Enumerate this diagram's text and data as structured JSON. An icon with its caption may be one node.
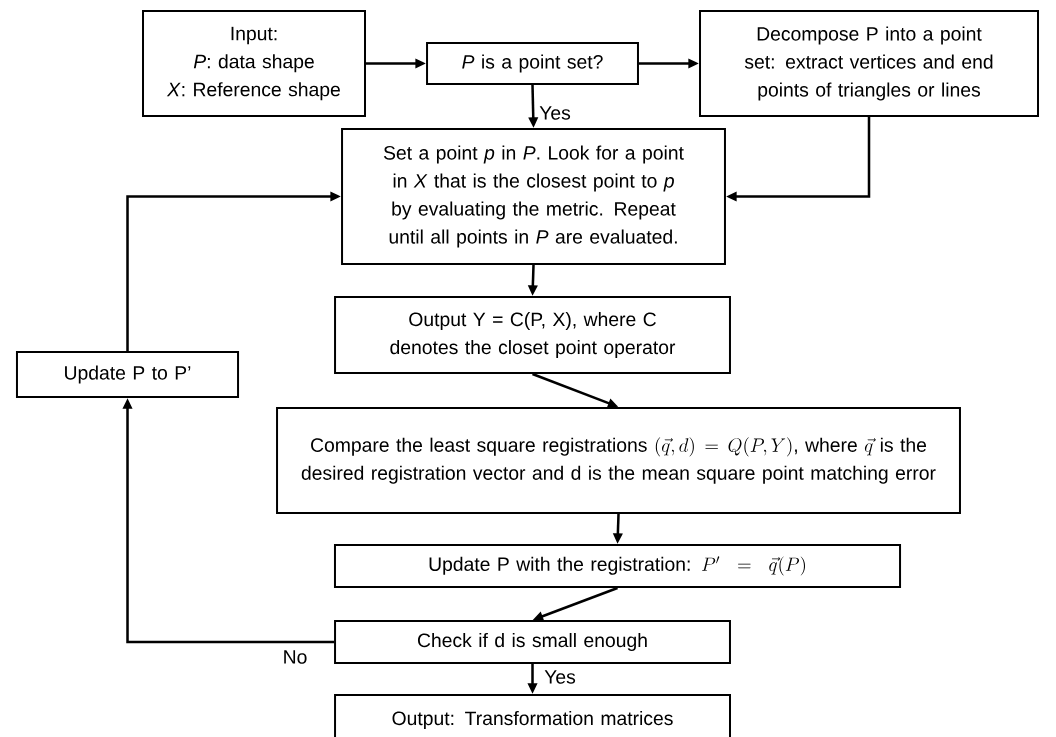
{
  "diagram": {
    "nodes": [
      {
        "text": [
          "Input:",
          "*P*: data shape",
          "*X*: Reference shape"
        ]
      },
      {
        "text": [
          "*P* is a point set?"
        ]
      },
      {
        "text": [
          "Decompose P into a point set: extract vertices and end points of triangles or lines"
        ]
      },
      {
        "text": [
          "Set a point *p* in *P*. Look for a point in *X* that is the closest point to *p* by evaluating the metric. Repeat until all points in *P* are evaluated."
        ]
      },
      {
        "text": [
          "Output Y = C(P, X), where C denotes the closet point operator"
        ]
      },
      {
        "text": [
          "Update P to P’"
        ]
      },
      {
        "text": [
          "Compare the least square registrations",
          "(\\vec{q},d)=Q(P,Y)",
          ", where",
          "\\vec{q}",
          "is the desired registration vector and d is the mean square point matching error"
        ]
      },
      {
        "text": [
          "Update P with the registration:",
          "P'=\\vec{q}(P)"
        ]
      },
      {
        "text": [
          "Check if d is small enough"
        ]
      },
      {
        "text": [
          "Output: Transformation matrices"
        ]
      }
    ],
    "edges": [
      {
        "from": 0,
        "to": 1,
        "arrow": "to"
      },
      {
        "from": 1,
        "to": 2,
        "arrow": "to"
      },
      {
        "from": 1,
        "to": 3,
        "arrow": "to",
        "label": "Yes"
      },
      {
        "from": 2,
        "to": 3,
        "arrow": "to"
      },
      {
        "from": 3,
        "to": 4,
        "arrow": "to"
      },
      {
        "from": 4,
        "to": 6,
        "arrow": "to"
      },
      {
        "from": 6,
        "to": 7,
        "arrow": "to"
      },
      {
        "from": 7,
        "to": 8,
        "arrow": "to"
      },
      {
        "from": 8,
        "to": 5,
        "arrow": "to",
        "label": "No"
      },
      {
        "from": 5,
        "to": 3,
        "arrow": "to"
      },
      {
        "from": 8,
        "to": 9,
        "arrow": "to",
        "label": "Yes"
      }
    ]
  }
}
